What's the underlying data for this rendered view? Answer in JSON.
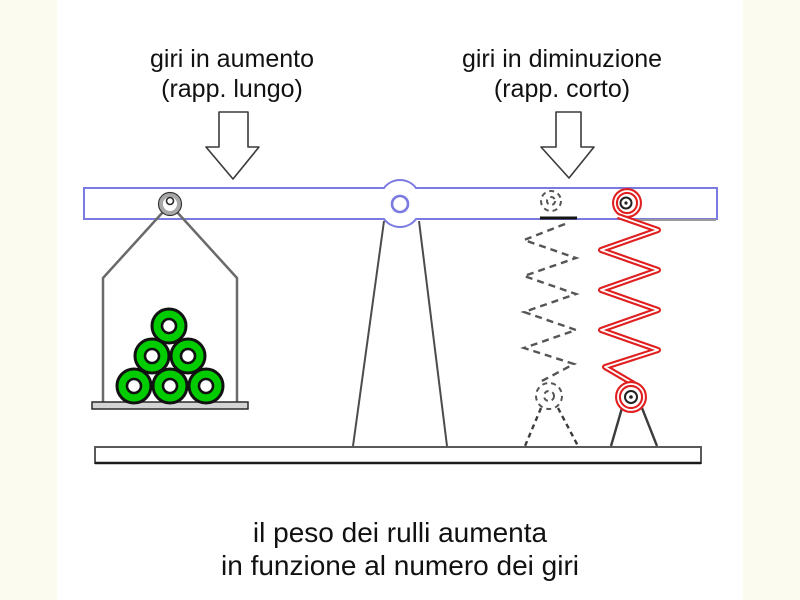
{
  "labels": {
    "left": {
      "line1": "giri in aumento",
      "line2": "(rapp. lungo)"
    },
    "right": {
      "line1": "giri in diminuzione",
      "line2": "(rapp. corto)"
    }
  },
  "caption": {
    "line1": "il peso dei rulli aumenta",
    "line2": "in funzione al numero dei giri"
  },
  "rollers": {
    "count": 6
  },
  "colors": {
    "page_background": "#fbfbf0",
    "image_background": "#ffffff",
    "beam_blue": "#7a7ae0",
    "roller_green": "#00cc00",
    "roller_outline": "#111111",
    "spring_red": "#e02020",
    "spring_gray": "#555555",
    "structure_gray": "#6a6a6a",
    "text_black": "#111111"
  }
}
